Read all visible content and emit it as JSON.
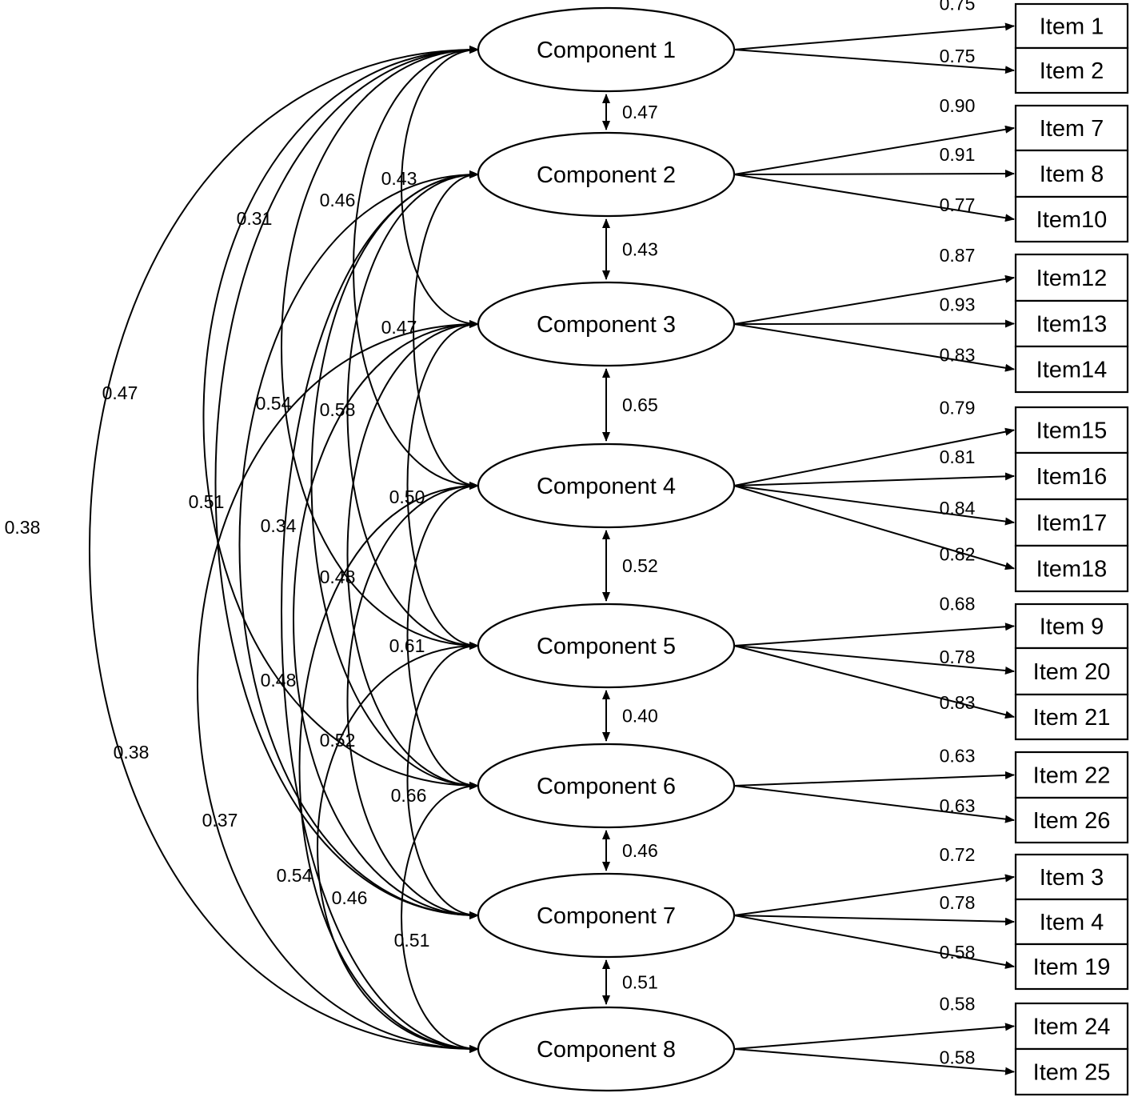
{
  "components": [
    {
      "id": 1,
      "label": "Component 1"
    },
    {
      "id": 2,
      "label": "Component 2"
    },
    {
      "id": 3,
      "label": "Component 3"
    },
    {
      "id": 4,
      "label": "Component 4"
    },
    {
      "id": 5,
      "label": "Component 5"
    },
    {
      "id": 6,
      "label": "Component 6"
    },
    {
      "id": 7,
      "label": "Component 7"
    },
    {
      "id": 8,
      "label": "Component 8"
    }
  ],
  "items": [
    {
      "label": "Item 1",
      "component": 1,
      "loading": "0.75"
    },
    {
      "label": "Item 2",
      "component": 1,
      "loading": "0.75"
    },
    {
      "label": "Item 7",
      "component": 2,
      "loading": "0.90"
    },
    {
      "label": "Item 8",
      "component": 2,
      "loading": "0.91"
    },
    {
      "label": "Item10",
      "component": 2,
      "loading": "0.77"
    },
    {
      "label": "Item12",
      "component": 3,
      "loading": "0.87"
    },
    {
      "label": "Item13",
      "component": 3,
      "loading": "0.93"
    },
    {
      "label": "Item14",
      "component": 3,
      "loading": "0.83"
    },
    {
      "label": "Item15",
      "component": 4,
      "loading": "0.79"
    },
    {
      "label": "Item16",
      "component": 4,
      "loading": "0.81"
    },
    {
      "label": "Item17",
      "component": 4,
      "loading": "0.84"
    },
    {
      "label": "Item18",
      "component": 4,
      "loading": "0.82"
    },
    {
      "label": "Item 9",
      "component": 5,
      "loading": "0.68"
    },
    {
      "label": "Item 20",
      "component": 5,
      "loading": "0.78"
    },
    {
      "label": "Item 21",
      "component": 5,
      "loading": "0.83"
    },
    {
      "label": "Item 22",
      "component": 6,
      "loading": "0.63"
    },
    {
      "label": "Item 26",
      "component": 6,
      "loading": "0.63"
    },
    {
      "label": "Item 3",
      "component": 7,
      "loading": "0.72"
    },
    {
      "label": "Item 4",
      "component": 7,
      "loading": "0.78"
    },
    {
      "label": "Item 19",
      "component": 7,
      "loading": "0.58"
    },
    {
      "label": "Item 24",
      "component": 8,
      "loading": "0.58"
    },
    {
      "label": "Item 25",
      "component": 8,
      "loading": "0.58"
    }
  ],
  "correlations": [
    {
      "a": 1,
      "b": 2,
      "value": "0.47"
    },
    {
      "a": 2,
      "b": 3,
      "value": "0.43"
    },
    {
      "a": 3,
      "b": 4,
      "value": "0.65"
    },
    {
      "a": 4,
      "b": 5,
      "value": "0.52"
    },
    {
      "a": 5,
      "b": 6,
      "value": "0.40"
    },
    {
      "a": 6,
      "b": 7,
      "value": "0.46"
    },
    {
      "a": 7,
      "b": 8,
      "value": "0.51"
    },
    {
      "a": 1,
      "b": 3,
      "value": "0.43"
    },
    {
      "a": 1,
      "b": 4,
      "value": "0.46"
    },
    {
      "a": 1,
      "b": 5,
      "value": "0.31"
    },
    {
      "a": 1,
      "b": 6,
      "value": "0.47"
    },
    {
      "a": 1,
      "b": 8,
      "value": "0.38"
    },
    {
      "a": 2,
      "b": 4,
      "value": "0.47"
    },
    {
      "a": 2,
      "b": 5,
      "value": "0.58"
    },
    {
      "a": 2,
      "b": 6,
      "value": "0.54"
    },
    {
      "a": 2,
      "b": 7,
      "value": "0.51"
    },
    {
      "a": 3,
      "b": 5,
      "value": "0.50"
    },
    {
      "a": 3,
      "b": 6,
      "value": "0.48"
    },
    {
      "a": 3,
      "b": 7,
      "value": "0.34"
    },
    {
      "a": 3,
      "b": 8,
      "value": "0.38"
    },
    {
      "a": 4,
      "b": 6,
      "value": "0.61"
    },
    {
      "a": 4,
      "b": 7,
      "value": "0.52"
    },
    {
      "a": 4,
      "b": 8,
      "value": "0.48"
    },
    {
      "a": 1,
      "b": 7,
      "value": "0.37"
    },
    {
      "a": 5,
      "b": 7,
      "value": "0.66"
    },
    {
      "a": 5,
      "b": 8,
      "value": "0.54"
    },
    {
      "a": 2,
      "b": 8,
      "value": "0.46"
    },
    {
      "a": 6,
      "b": 8,
      "value": "0.51"
    }
  ]
}
